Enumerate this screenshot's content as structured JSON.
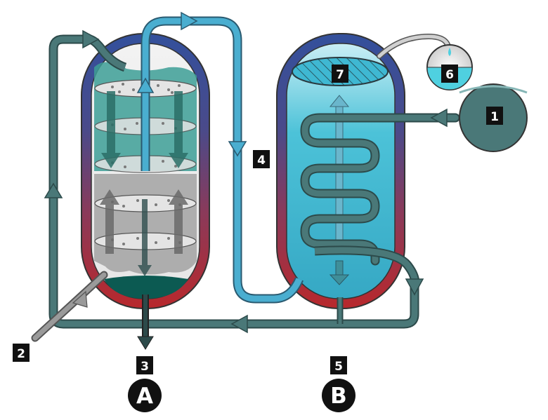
{
  "diagram": {
    "labels": {
      "n1": "1",
      "n2": "2",
      "n3": "3",
      "n4": "4",
      "n5": "5",
      "n6": "6",
      "n7": "7",
      "vessel_a": "A",
      "vessel_b": "B"
    },
    "colors": {
      "shell_top": "#3a4e98",
      "shell_bottom": "#b42c30",
      "pipe_dark": "#4a7878",
      "pipe_light": "#4aaed0",
      "water": "#3fb8d2",
      "plate": "#d8d8d8",
      "tray_teal": "#3d9f96"
    }
  }
}
